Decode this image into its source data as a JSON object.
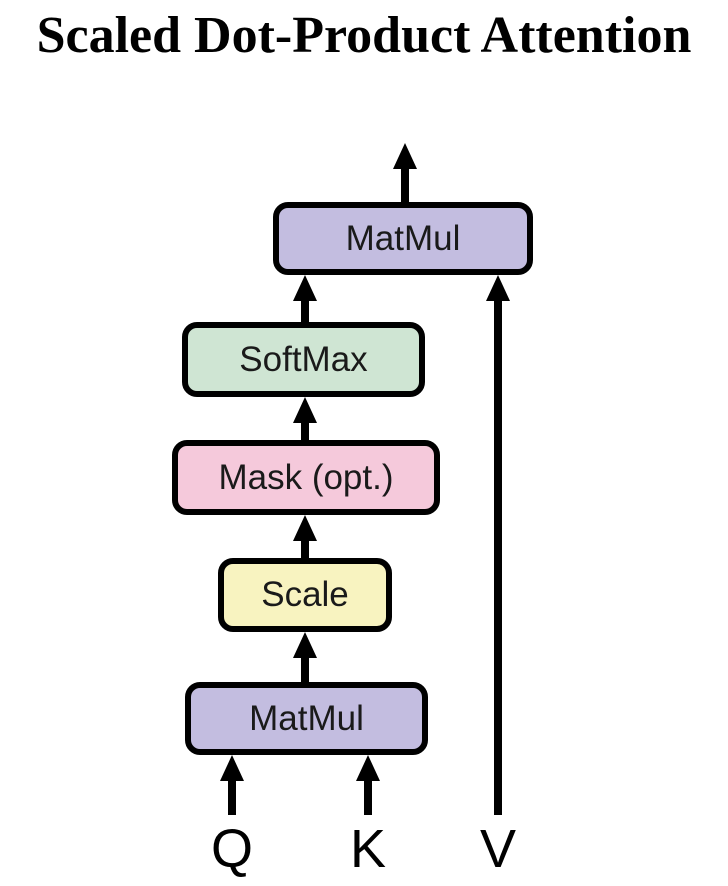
{
  "title": "Scaled Dot-Product Attention",
  "diagram": {
    "boxes": {
      "matmul_top": {
        "label": "MatMul",
        "fill": "#c3bde0"
      },
      "softmax": {
        "label": "SoftMax",
        "fill": "#cfe5d3"
      },
      "mask": {
        "label": "Mask (opt.)",
        "fill": "#f5c9db"
      },
      "scale": {
        "label": "Scale",
        "fill": "#f8f3c0"
      },
      "matmul_bottom": {
        "label": "MatMul",
        "fill": "#c3bde0"
      }
    },
    "inputs": {
      "q": "Q",
      "k": "K",
      "v": "V"
    },
    "stroke": "#000000"
  }
}
